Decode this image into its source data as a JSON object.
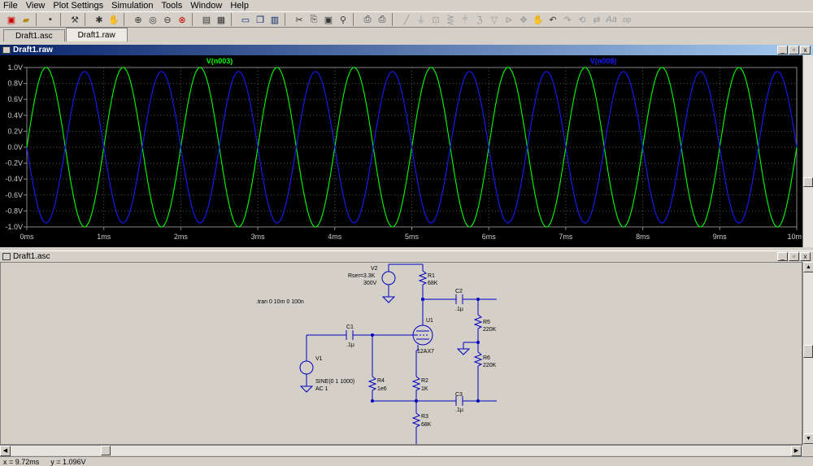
{
  "menu": [
    "File",
    "View",
    "Plot Settings",
    "Simulation",
    "Tools",
    "Window",
    "Help"
  ],
  "tabs": [
    {
      "label": "Draft1.asc",
      "active": false
    },
    {
      "label": "Draft1.raw",
      "active": true
    }
  ],
  "plot_window": {
    "title": "Draft1.raw"
  },
  "schematic_window": {
    "title": "Draft1.asc"
  },
  "window_buttons": {
    "minimize": "_",
    "restore": "▫",
    "close": "x"
  },
  "chart_data": {
    "type": "line",
    "series": [
      {
        "name": "V(n003)",
        "color": "#00ff00",
        "amplitude": 1.0,
        "frequency_hz": 1000,
        "phase_deg": 0
      },
      {
        "name": "V(n008)",
        "color": "#1a1aff",
        "amplitude": 0.95,
        "frequency_hz": 1000,
        "phase_deg": 180
      }
    ],
    "xlim": [
      0,
      10
    ],
    "ylim": [
      -1.0,
      1.0
    ],
    "xticks": [
      "0ms",
      "1ms",
      "2ms",
      "3ms",
      "4ms",
      "5ms",
      "6ms",
      "7ms",
      "8ms",
      "9ms",
      "10m"
    ],
    "yticks": [
      "1.0V",
      "0.8V",
      "0.6V",
      "0.4V",
      "0.2V",
      "0.0V",
      "-0.2V",
      "-0.4V",
      "-0.6V",
      "-0.8V",
      "-1.0V"
    ],
    "grid": true
  },
  "schematic": {
    "directive": ".tran 0 10m 0 100n",
    "components": {
      "V2": {
        "name": "V2",
        "extra": "Rser=3.3K",
        "value": "300V"
      },
      "R1": {
        "name": "R1",
        "value": "68K"
      },
      "C2": {
        "name": "C2",
        "value": ".1µ"
      },
      "R5": {
        "name": "R5",
        "value": "220K"
      },
      "R6": {
        "name": "R6",
        "value": "220K"
      },
      "U1": {
        "name": "U1",
        "value": "12AX7"
      },
      "C1": {
        "name": "C1",
        "value": ".1µ"
      },
      "V1": {
        "name": "V1",
        "value": "SINE(0 1 1000)",
        "extra": "AC 1"
      },
      "R4": {
        "name": "R4",
        "value": "1e6"
      },
      "R2": {
        "name": "R2",
        "value": "1K"
      },
      "C3": {
        "name": "C3",
        "value": ".1µ"
      },
      "R3": {
        "name": "R3",
        "value": "68K"
      }
    }
  },
  "status": {
    "x": "x = 9.72ms",
    "y": "y = 1.096V"
  }
}
